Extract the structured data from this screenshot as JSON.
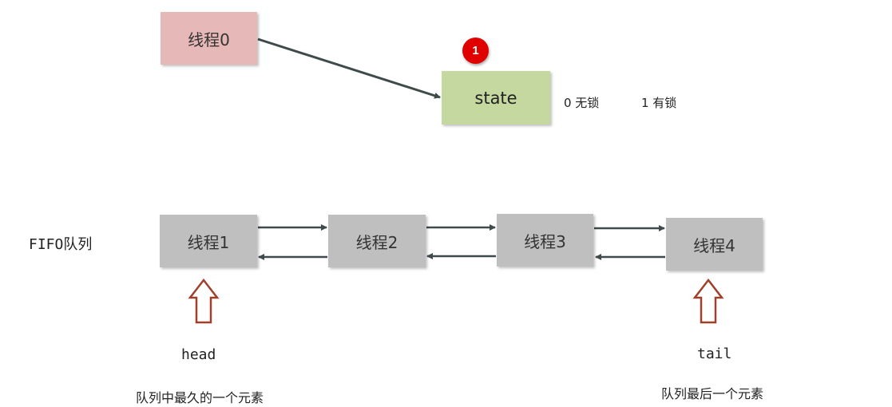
{
  "thread0": "线程0",
  "state": {
    "label": "state",
    "badge": "1",
    "legend_unlocked": "0 无锁",
    "legend_locked": "1 有锁"
  },
  "queue": {
    "label": "FIFO队列",
    "nodes": [
      "线程1",
      "线程2",
      "线程3",
      "线程4"
    ],
    "head": {
      "label": "head",
      "desc": "队列中最久的一个元素"
    },
    "tail": {
      "label": "tail",
      "desc": "队列最后一个元素"
    }
  },
  "colors": {
    "thread0": "#e6b8b7",
    "state": "#c4d89f",
    "queue_node": "#bfbfbf",
    "arrow": "#3f4a4a",
    "pointer_arrow": "#a0402a",
    "badge": "#e00000"
  }
}
